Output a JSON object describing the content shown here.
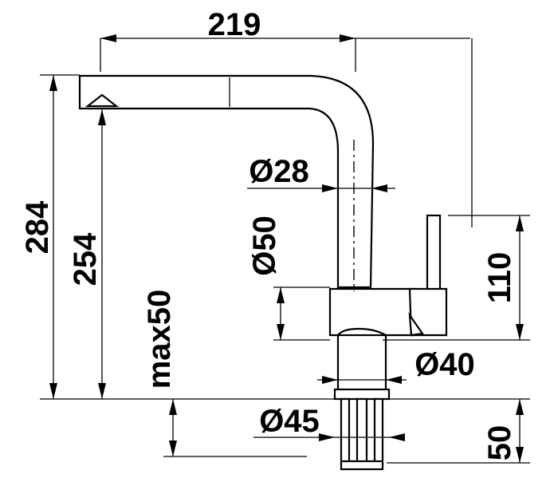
{
  "dimensions": {
    "width_top": "219",
    "height_total": "284",
    "spout_height": "254",
    "max_deck": "max50",
    "spout_diameter": "Ø28",
    "body_diameter": "Ø50",
    "lever_height": "110",
    "base_diameter": "Ø40",
    "hole_diameter": "Ø45",
    "shank_length": "50"
  }
}
